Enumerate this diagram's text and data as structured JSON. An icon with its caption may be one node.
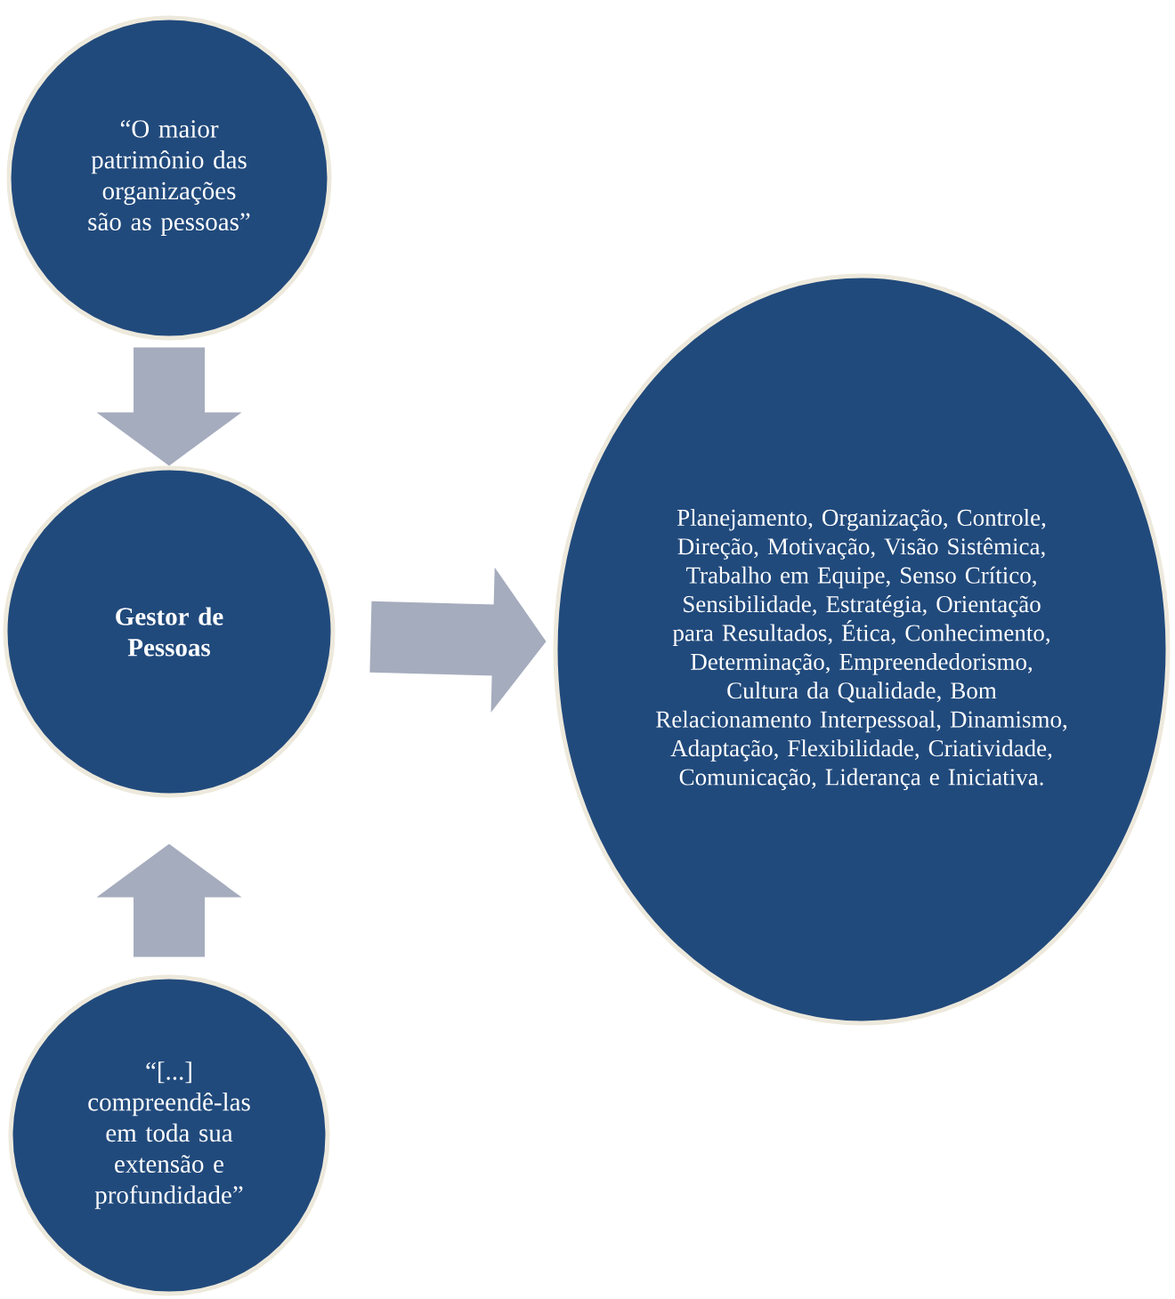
{
  "diagram": {
    "nodes": [
      {
        "text": [
          "“O maior patrimônio das organizações são as pessoas”"
        ]
      },
      {
        "text": [
          "Gestor de Pessoas"
        ]
      },
      {
        "text": [
          "“[...] compreendê-las em toda sua extensão e profundidade”"
        ]
      },
      {
        "text": [
          "Planejamento, Organização, Controle, Direção, Motivação, Visão Sistêmica, Trabalho em Equipe, Senso Crítico, Sensibilidade, Estratégia, Orientação para Resultados, Ética, Conhecimento, Determinação, Empreendedorismo, Cultura da Qualidade, Bom Relacionamento Interpessoal, Dinamismo, Adaptação, Flexibilidade, Criatividade, Comunicação, Liderança e Iniciativa."
        ]
      }
    ],
    "edges": [
      {
        "from": 0,
        "to": 1,
        "arrow": "to"
      },
      {
        "from": 2,
        "to": 1,
        "arrow": "to"
      },
      {
        "from": 1,
        "to": 3,
        "arrow": "to"
      }
    ]
  }
}
